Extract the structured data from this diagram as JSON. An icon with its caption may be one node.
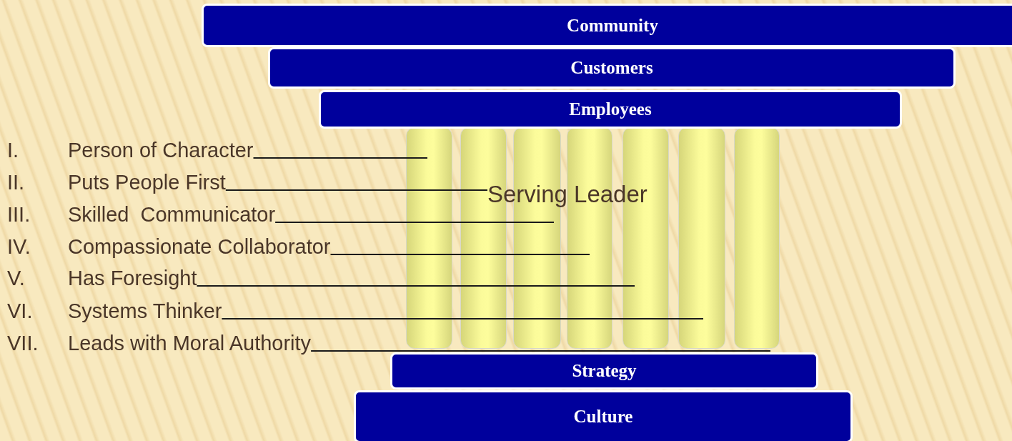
{
  "diagram": {
    "nodes": [
      {
        "text": [
          "Community"
        ]
      },
      {
        "text": [
          "Customers"
        ]
      },
      {
        "text": [
          "Employees"
        ]
      },
      {
        "text": [],
        "shape": "bar"
      },
      {
        "text": [],
        "shape": "bar"
      },
      {
        "text": [],
        "shape": "bar"
      },
      {
        "text": [],
        "shape": "bar"
      },
      {
        "text": [],
        "shape": "bar"
      },
      {
        "text": [],
        "shape": "bar"
      },
      {
        "text": [],
        "shape": "bar"
      },
      {
        "text": [
          "Serving Leader"
        ]
      },
      {
        "text": [
          "I.",
          "Person of Character"
        ]
      },
      {
        "text": [
          "II.",
          "Puts People First"
        ]
      },
      {
        "text": [
          "III.",
          "Skilled  Communicator"
        ]
      },
      {
        "text": [
          "IV.",
          "Compassionate Collaborator"
        ]
      },
      {
        "text": [
          "V.",
          "Has Foresight"
        ]
      },
      {
        "text": [
          "VI.",
          "Systems Thinker"
        ]
      },
      {
        "text": [
          "VII.",
          "Leads with Moral Authority"
        ]
      },
      {
        "text": [
          "Strategy"
        ]
      },
      {
        "text": [
          "Culture"
        ]
      }
    ],
    "edges": [
      {
        "from": 11,
        "to": 3,
        "arrow": "none"
      },
      {
        "from": 12,
        "to": 10,
        "arrow": "none"
      },
      {
        "from": 13,
        "to": 5,
        "arrow": "none"
      },
      {
        "from": 14,
        "to": 6,
        "arrow": "none"
      },
      {
        "from": 15,
        "to": 7,
        "arrow": "none"
      },
      {
        "from": 16,
        "to": 8,
        "arrow": "none"
      },
      {
        "from": 17,
        "to": 9,
        "arrow": "none"
      }
    ]
  }
}
